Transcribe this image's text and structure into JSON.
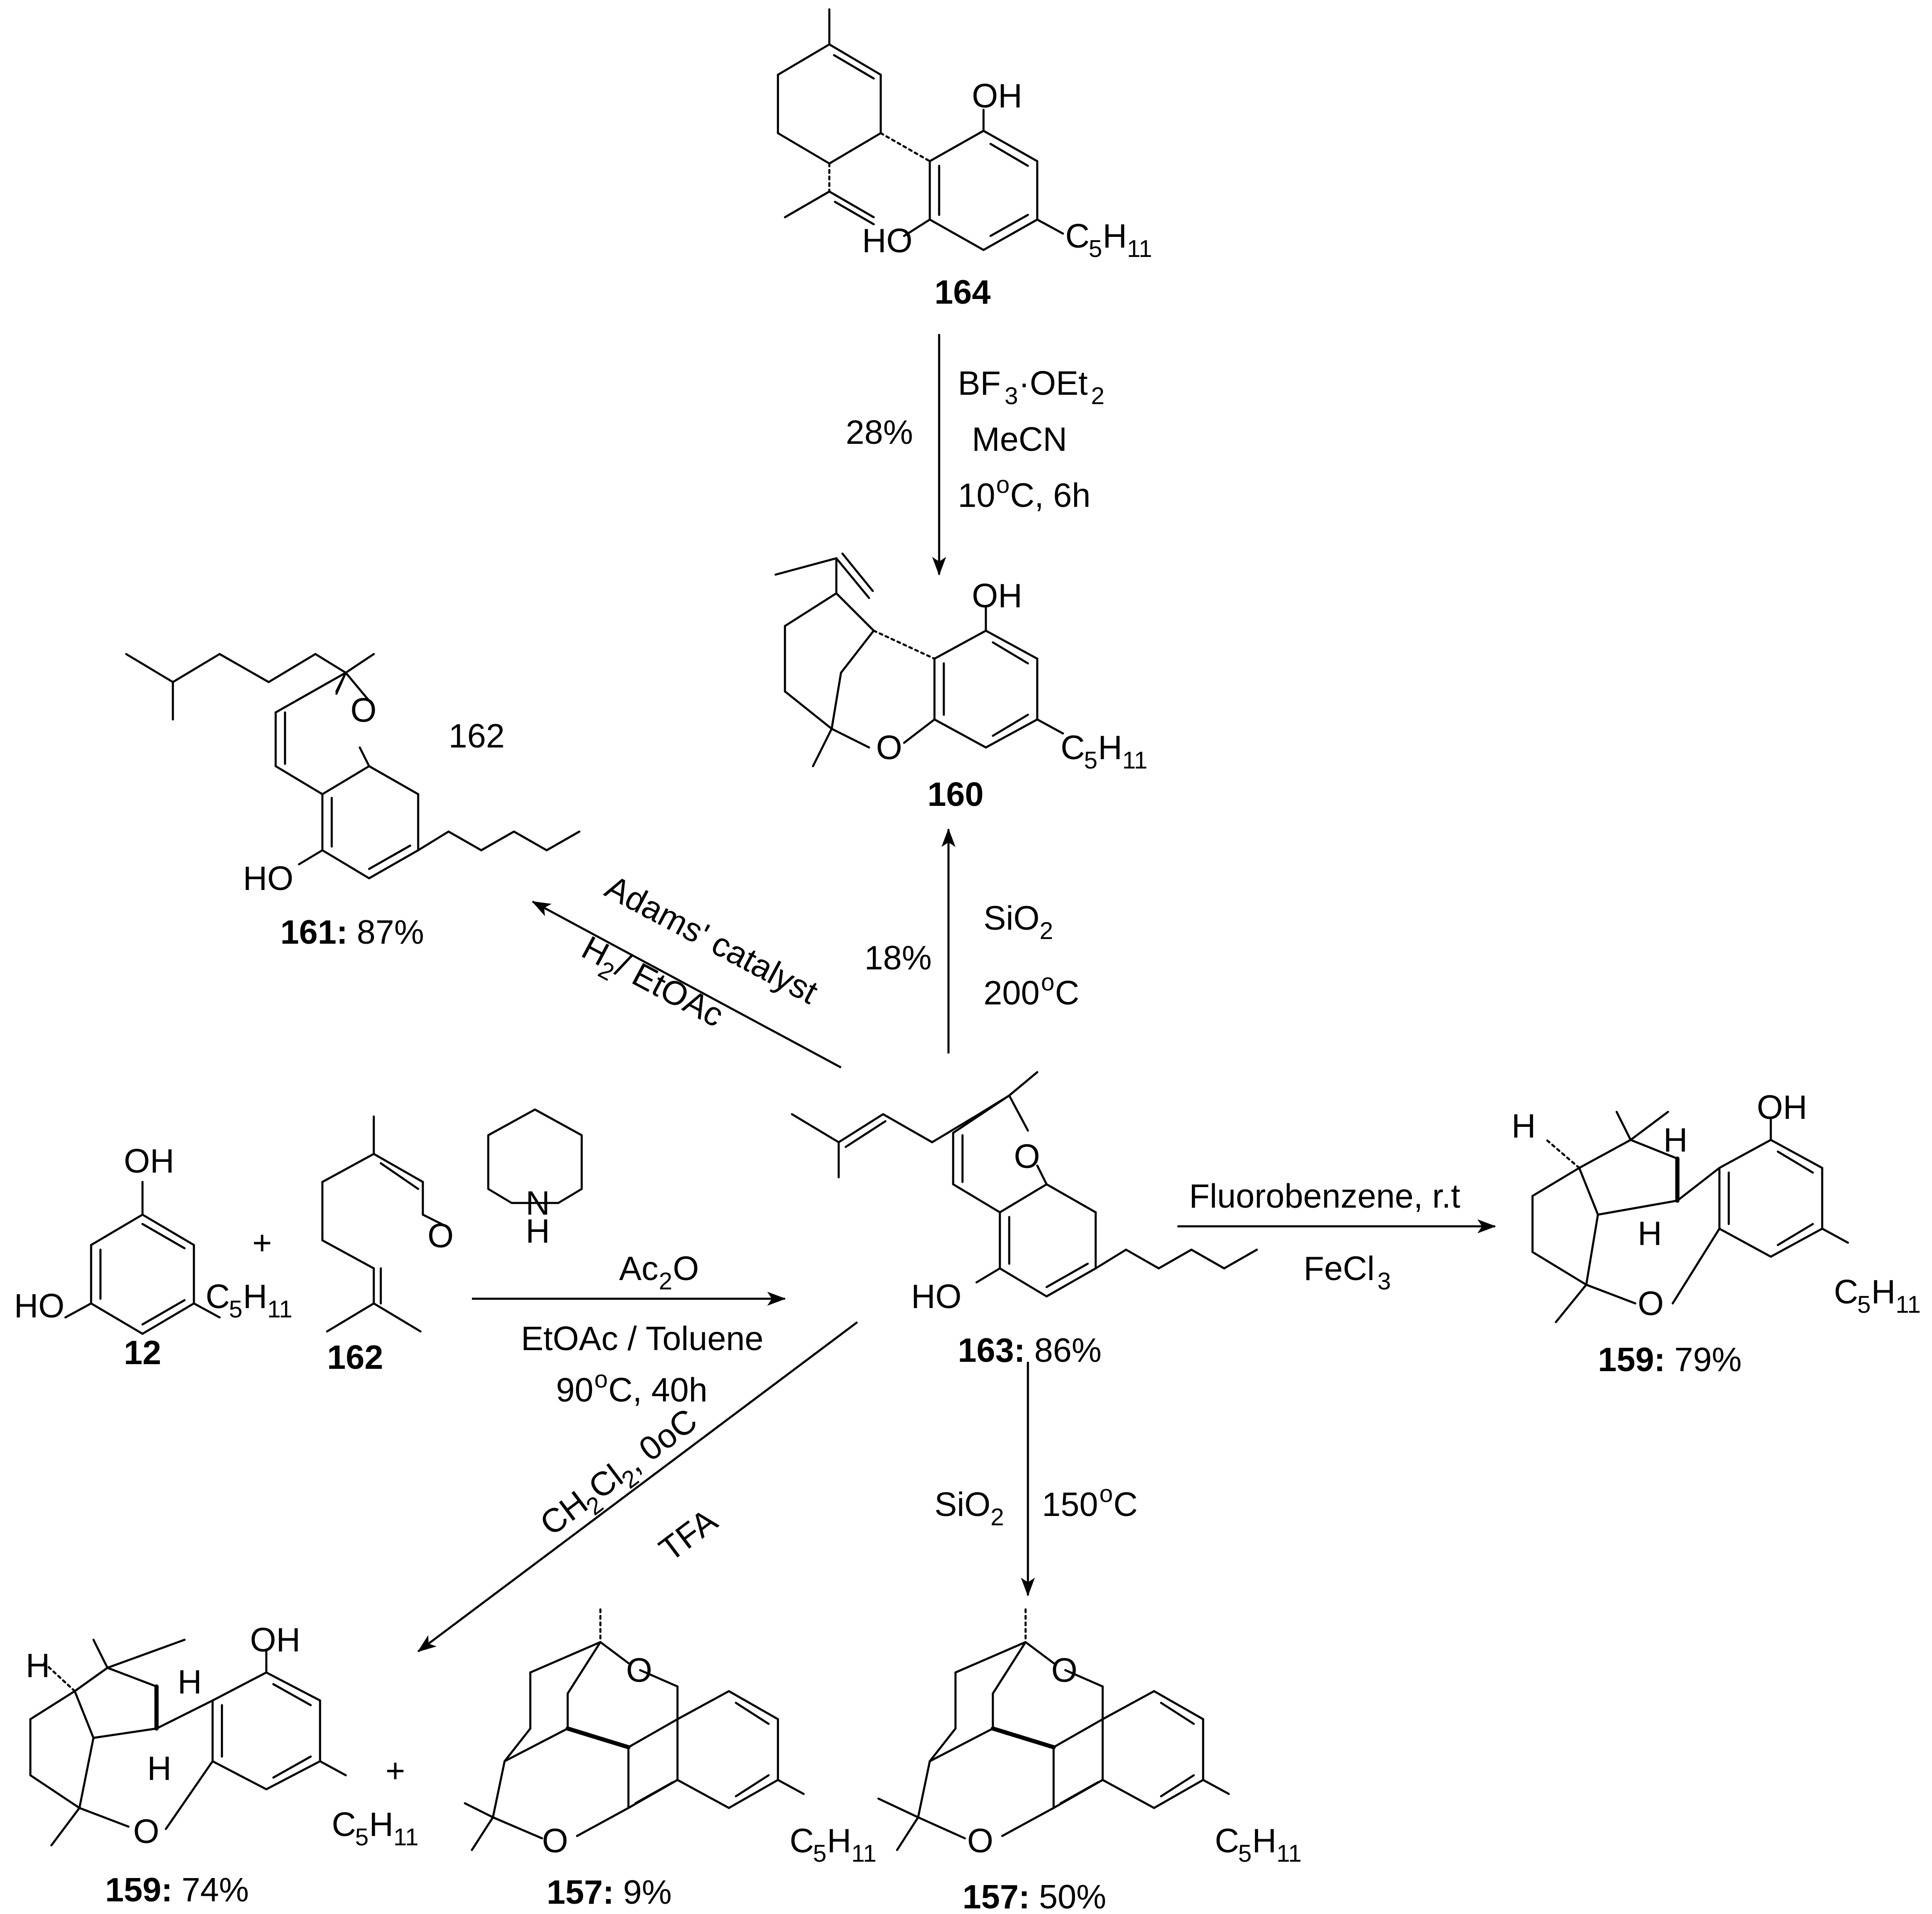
{
  "compounds": {
    "c164": {
      "number": "164"
    },
    "c160": {
      "number": "160"
    },
    "c161": {
      "number": "161:",
      "yield": "87%"
    },
    "c162_side": {
      "number": "162"
    },
    "c12": {
      "number": "12"
    },
    "c162": {
      "number": "162"
    },
    "c163": {
      "number": "163:",
      "yield": "86%"
    },
    "c159_right": {
      "number": "159:",
      "yield": "79%"
    },
    "c159_bottom": {
      "number": "159:",
      "yield": "74%"
    },
    "c157_mid": {
      "number": "157:",
      "yield": "9%"
    },
    "c157_right": {
      "number": "157:",
      "yield": "50%"
    }
  },
  "atoms": {
    "oh": "OH",
    "ho": "HO",
    "o": "O",
    "h": "H",
    "nh": "N",
    "nh_h": "H",
    "c5h11": {
      "c": "C",
      "five": "5",
      "h": "H",
      "eleven": "11"
    }
  },
  "conditions": {
    "step_164_160": {
      "yield": "28%",
      "reagent1": "BF3·OEt2",
      "reagent2": "MeCN",
      "reagent3": "10oC, 6h"
    },
    "step_163_160": {
      "yield": "18%",
      "reagent1": "SiO2",
      "reagent2": "200oC"
    },
    "step_163_161": {
      "reagent1": "Adams' catalyst",
      "reagent2": "H2 / EtOAc"
    },
    "step_12_163": {
      "reagent1": "Ac2O",
      "reagent2": "EtOAc / Toluene",
      "reagent3": "90oC, 40h"
    },
    "step_163_159": {
      "reagent1": "Fluorobenzene, r.t",
      "reagent2": "FeCl3"
    },
    "step_163_159b": {
      "reagent1": "CH2Cl2, 0oC",
      "reagent2": "TFA"
    },
    "step_163_157": {
      "reagent1": "SiO2",
      "reagent2": "150oC"
    }
  },
  "plus_sign": "+"
}
